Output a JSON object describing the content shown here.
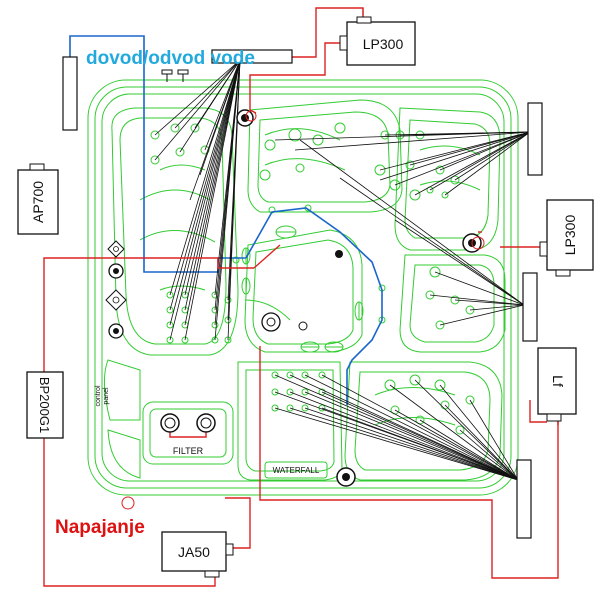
{
  "labels": {
    "water": "dovod/odvod vode",
    "power": "Napajanje",
    "filter": "FILTER",
    "waterfall": "WATERFALL",
    "control_panel_line1": "control",
    "control_panel_line2": "panel"
  },
  "devices": {
    "lp300_top": "LP300",
    "lp300_right": "LP300",
    "ap700": "AP700",
    "bp200g1": "BP200G1",
    "ja50": "JA50",
    "lf": "Lf"
  },
  "colors": {
    "tub_outline": "#33cc33",
    "water_pipe": "#1a66cc",
    "power_wire": "#dd2222",
    "hose": "#111111",
    "water_label": "#22aadd",
    "power_label": "#dd1111"
  }
}
